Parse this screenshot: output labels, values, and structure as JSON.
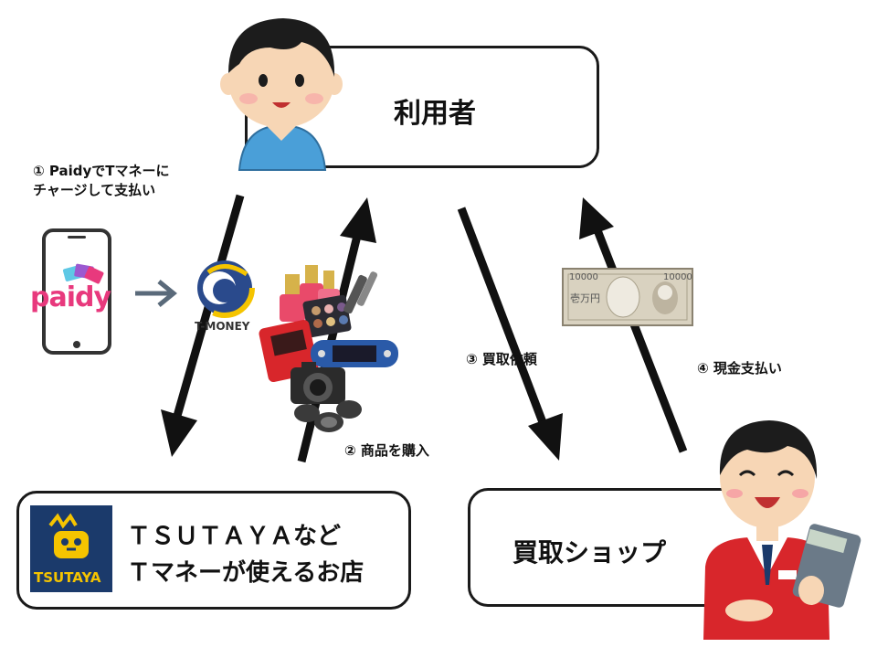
{
  "nodes": {
    "user": {
      "label": "利用者"
    },
    "store": {
      "label_line1": "ＴＳＵＴＡＹＡなど",
      "label_line2": "Ｔマネーが使えるお店"
    },
    "shop": {
      "label": "買取ショップ"
    }
  },
  "steps": {
    "step1_line1": "① PaidyでTマネーに",
    "step1_line2": "チャージして支払い",
    "step2": "② 商品を購入",
    "step3": "③ 買取依頼",
    "step4": "④ 現金支払い"
  },
  "logos": {
    "paidy": "paidy",
    "tmoney": "T-MONEY",
    "tsutaya": "TSUTAYA"
  },
  "banknote": {
    "denomination": "10000",
    "text": "壱万円"
  },
  "colors": {
    "arrow": "#111111",
    "paidy_pink": "#e8397d",
    "tsutaya_navy": "#1b3a6b",
    "tsutaya_yellow": "#f5c400",
    "tmoney_blue": "#2a4a8c",
    "shirt_blue": "#4a9fd8",
    "staff_red": "#d8262b"
  }
}
